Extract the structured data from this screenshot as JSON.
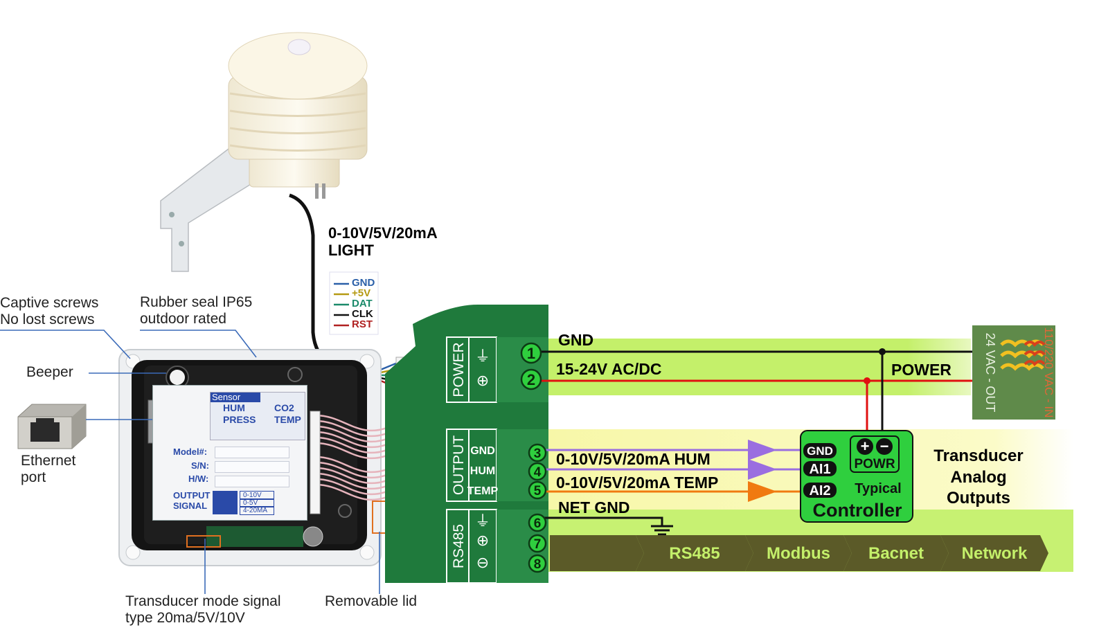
{
  "sensor_cable_label": {
    "line1": "0-10V/5V/20mA",
    "line2": "LIGHT"
  },
  "wire_legend": [
    {
      "label": "GND",
      "color": "#2a5fa8"
    },
    {
      "label": "+5V",
      "color": "#b59a12"
    },
    {
      "label": "DAT",
      "color": "#1a8a6a"
    },
    {
      "label": "CLK",
      "color": "#111111"
    },
    {
      "label": "RST",
      "color": "#b02020"
    }
  ],
  "callouts": {
    "captive_screws": {
      "line1": "Captive screws",
      "line2": "No lost screws"
    },
    "rubber_seal": {
      "line1": "Rubber seal IP65",
      "line2": "outdoor rated"
    },
    "beeper": "Beeper",
    "ethernet_port": {
      "line1": "Ethernet",
      "line2": "port"
    },
    "transducer_mode": {
      "line1": "Transducer mode signal",
      "line2": "type 20ma/5V/10V"
    },
    "removable_lid": "Removable lid"
  },
  "device_label": {
    "sensor_heading": "Sensor",
    "sensors": [
      "HUM",
      "CO2",
      "PRESS",
      "TEMP"
    ],
    "fields": [
      "Model#:",
      "S/N:",
      "H/W:"
    ],
    "output_signal": {
      "line1": "OUTPUT",
      "line2": "SIGNAL"
    },
    "signal_options": [
      "0-10V",
      "0-5V",
      "4-20MA"
    ]
  },
  "terminal_groups": {
    "power": {
      "title": "POWER",
      "symbols": [
        "⏚",
        "⊕"
      ]
    },
    "output": {
      "title": "OUTPUT",
      "pins": [
        "GND",
        "HUM",
        "TEMP"
      ]
    },
    "rs485": {
      "title": "RS485",
      "symbols": [
        "⏚",
        "⊕",
        "⊖"
      ]
    }
  },
  "terminals": [
    "1",
    "2",
    "3",
    "4",
    "5",
    "6",
    "7",
    "8"
  ],
  "wire_labels": {
    "gnd": "GND",
    "power_in": "15-24V AC/DC",
    "power": "POWER",
    "hum": "0-10V/5V/20mA HUM",
    "temp": "0-10V/5V/20mA TEMP",
    "net_gnd": "NET GND"
  },
  "transformer": {
    "primary": "110/220 VAC - IN",
    "secondary": "24 VAC - OUT"
  },
  "controller": {
    "pins": [
      "GND",
      "AI1",
      "AI2"
    ],
    "power_label": "POWR",
    "polarity": [
      "+",
      "−"
    ],
    "typical": "Typical",
    "name": "Controller"
  },
  "analog_outputs_label": {
    "line1": "Transducer",
    "line2": "Analog",
    "line3": "Outputs"
  },
  "network_bar": [
    "",
    "RS485",
    "Modbus",
    "Bacnet",
    "Network"
  ],
  "colors": {
    "pcb_green": "#1f7a3c",
    "power_band": "#c4f06a",
    "output_band": "#fbfbc0",
    "net_band": "#c4f06a",
    "wire_red": "#e01010",
    "wire_purple": "#9a6ee0",
    "wire_orange": "#f07a10",
    "controller_green": "#2fcf3e",
    "network_olive": "#5b5a28"
  }
}
